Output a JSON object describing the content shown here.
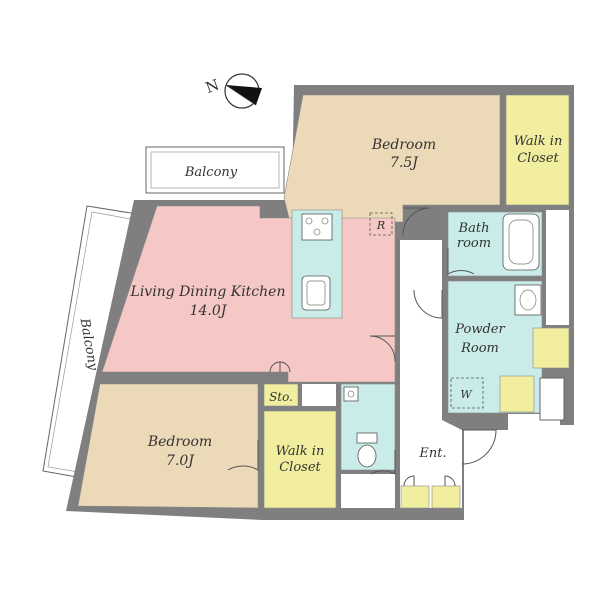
{
  "colors": {
    "wall": "#7f7f7f",
    "bedroom": "#ecd9b8",
    "ldk": "#f5c8c6",
    "closet": "#f1ef9f",
    "wet": "#c9ece9",
    "floor": "#ffffff"
  },
  "icons": {
    "north": "north-arrow-icon"
  },
  "compass": {
    "label": "N"
  },
  "rooms": {
    "bedroom_top": {
      "name": "Bedroom",
      "size": "7.5J"
    },
    "walkin_top": {
      "line1": "Walk in",
      "line2": "Closet"
    },
    "balcony_top": {
      "name": "Balcony"
    },
    "balcony_left": {
      "name": "Balcony"
    },
    "ldk": {
      "name": "Living Dining Kitchen",
      "size": "14.0J"
    },
    "refrigerator": {
      "mark": "R"
    },
    "bath": {
      "line1": "Bath",
      "line2": "room"
    },
    "powder": {
      "line1": "Powder",
      "line2": "Room"
    },
    "washer": {
      "mark": "W"
    },
    "storage": {
      "name": "Sto."
    },
    "bedroom_bottom": {
      "name": "Bedroom",
      "size": "7.0J"
    },
    "walkin_bottom": {
      "line1": "Walk in",
      "line2": "Closet"
    },
    "entrance": {
      "name": "Ent."
    }
  }
}
